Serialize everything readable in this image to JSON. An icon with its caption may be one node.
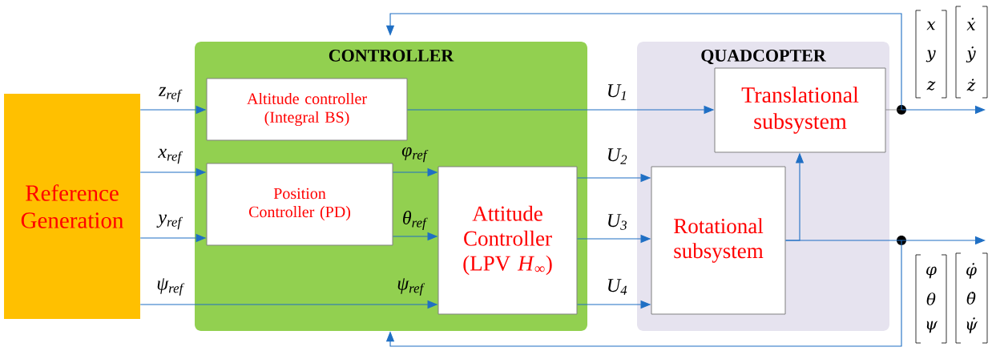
{
  "diagram": {
    "nodes": [
      {
        "text": [
          "Reference Generation"
        ]
      },
      {
        "text": [
          "CONTROLLER"
        ]
      },
      {
        "text": [
          "Altitude controller (Integral BS)"
        ],
        "in": 1
      },
      {
        "text": [
          "Position Controller (PD)"
        ],
        "in": 1
      },
      {
        "text": [
          "Attitude Controller (LPV *H*$_{∞}$)"
        ],
        "in": 1
      },
      {
        "text": [
          "QUADCOPTER"
        ]
      },
      {
        "text": [
          "Translational subsystem"
        ],
        "in": 5
      },
      {
        "text": [
          "Rotational subsystem"
        ],
        "in": 5
      },
      {
        "text": [],
        "shape": "circle"
      },
      {
        "text": [],
        "shape": "circle"
      }
    ],
    "edges": [
      {
        "from": 0,
        "to": 2,
        "arrow": "to",
        "label": "z$_{ref}$"
      },
      {
        "from": 0,
        "to": 3,
        "arrow": "to",
        "label": "x$_{ref}$"
      },
      {
        "from": 0,
        "to": 3,
        "arrow": "to",
        "label": "y$_{ref}$"
      },
      {
        "from": 0,
        "to": 4,
        "arrow": "to",
        "label": "ψ$_{ref}$"
      },
      {
        "from": 3,
        "to": 4,
        "arrow": "to",
        "label": "φ$_{ref}$"
      },
      {
        "from": 3,
        "to": 4,
        "arrow": "to",
        "label": "θ$_{ref}$"
      },
      {
        "from": 2,
        "to": 6,
        "arrow": "to",
        "label": "*U*$_{1}$"
      },
      {
        "from": 4,
        "to": 7,
        "arrow": "to",
        "label": "*U*$_{2}$"
      },
      {
        "from": 4,
        "to": 7,
        "arrow": "to",
        "label": "*U*$_{3}$"
      },
      {
        "from": 4,
        "to": 7,
        "arrow": "to",
        "label": "*U*$_{4}$"
      },
      {
        "from": 7,
        "to": 6,
        "arrow": "to"
      },
      {
        "from": 7,
        "to": 9,
        "arrow": "none"
      },
      {
        "from": 9,
        "to": null,
        "arrow": "to"
      },
      {
        "from": 6,
        "to": 8,
        "arrow": "none",
        "color": "#595959"
      },
      {
        "from": 8,
        "to": null,
        "arrow": "to"
      },
      {
        "from": 8,
        "to": 1,
        "arrow": "to"
      },
      {
        "from": 9,
        "to": 1,
        "arrow": "to"
      }
    ],
    "labels": [
      "ψ$_{ref}$",
      "x",
      "y",
      "z",
      "ẋ",
      "ẏ",
      "ż",
      "φ",
      "θ",
      "ψ",
      "φ̇",
      "θ̇",
      "ψ̇"
    ]
  }
}
